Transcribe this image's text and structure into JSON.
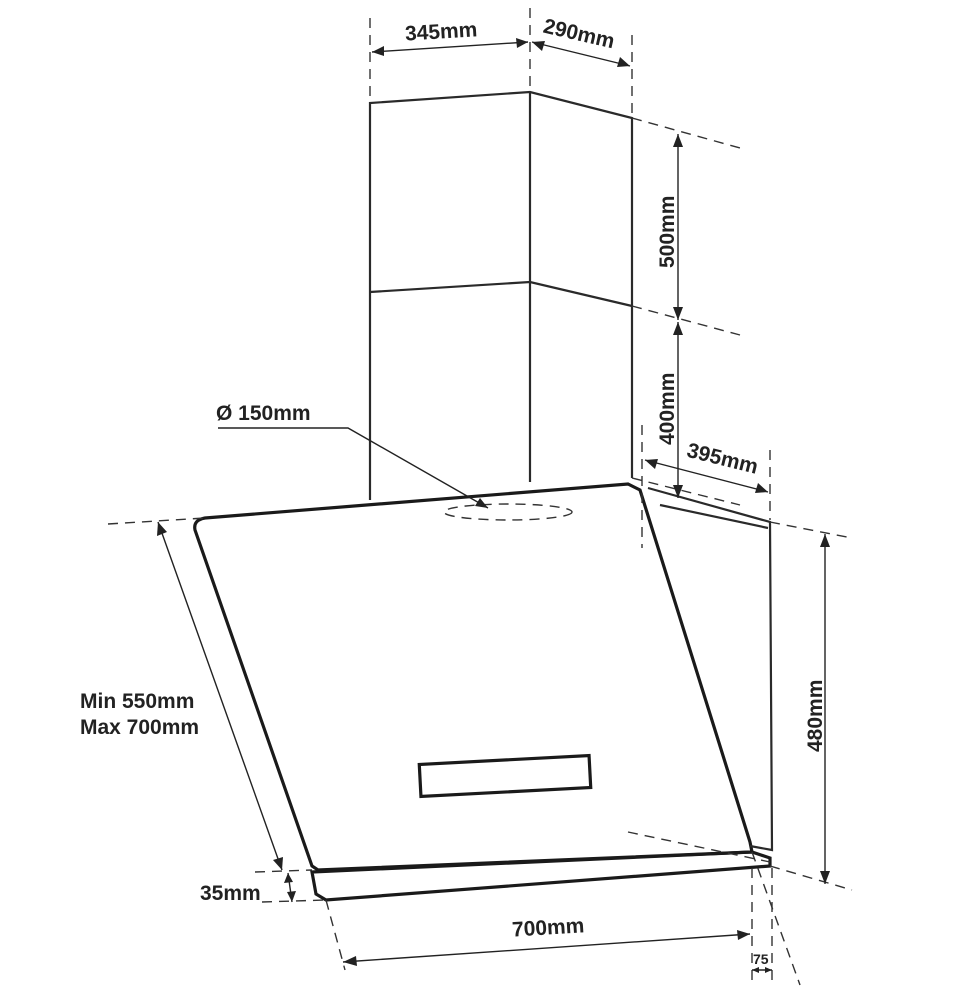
{
  "dimensions": {
    "chimney_width": "345mm",
    "chimney_depth": "290mm",
    "upper_chimney_height": "500mm",
    "lower_chimney_height": "400mm",
    "hood_depth": "395mm",
    "hood_height": "480mm",
    "outlet_diameter": "Ø 150mm",
    "mounting_min": "Min 550mm",
    "mounting_max": "Max 700mm",
    "bottom_thickness": "35mm",
    "hood_width": "700mm",
    "offset": "75"
  }
}
